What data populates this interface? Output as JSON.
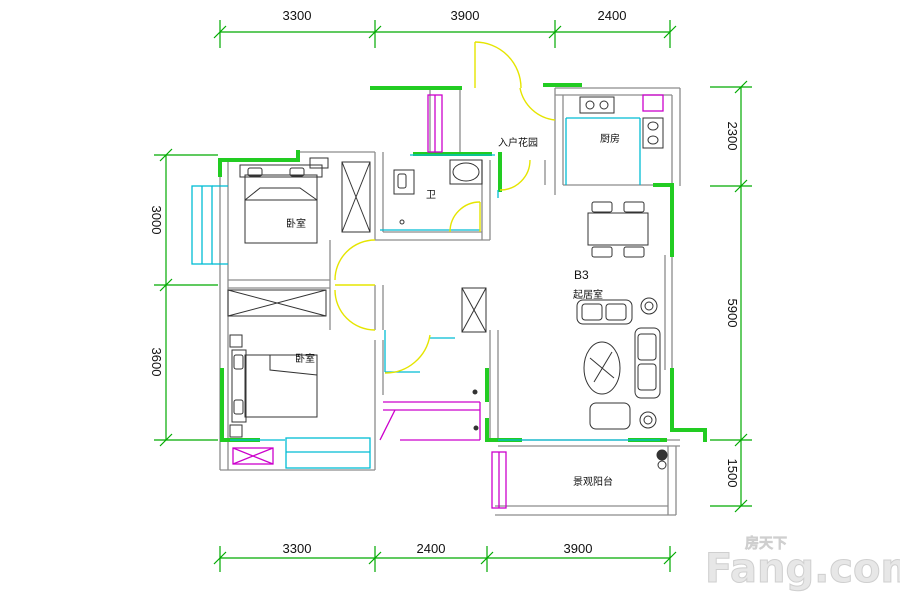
{
  "dimensions": {
    "top": [
      "3300",
      "3900",
      "2400"
    ],
    "bottom": [
      "3300",
      "2400",
      "3900"
    ],
    "left": [
      "3000",
      "3600"
    ],
    "right": [
      "2300",
      "5900",
      "1500"
    ]
  },
  "rooms": {
    "entry": "入户花园",
    "kitchen": "厨房",
    "bathroom": "卫",
    "bedroom_upper": "卧室",
    "bedroom_lower": "卧室",
    "living": "起居室",
    "balcony": "景观阳台"
  },
  "unit_label": "B3",
  "watermark": {
    "small": "房天下",
    "main": "Fang.com"
  },
  "colors": {
    "wall_green": "#22cc22",
    "window_cyan": "#00bcd4",
    "door_yellow": "#e5e500",
    "magenta": "#cc00cc",
    "dim_green": "#00aa00"
  }
}
